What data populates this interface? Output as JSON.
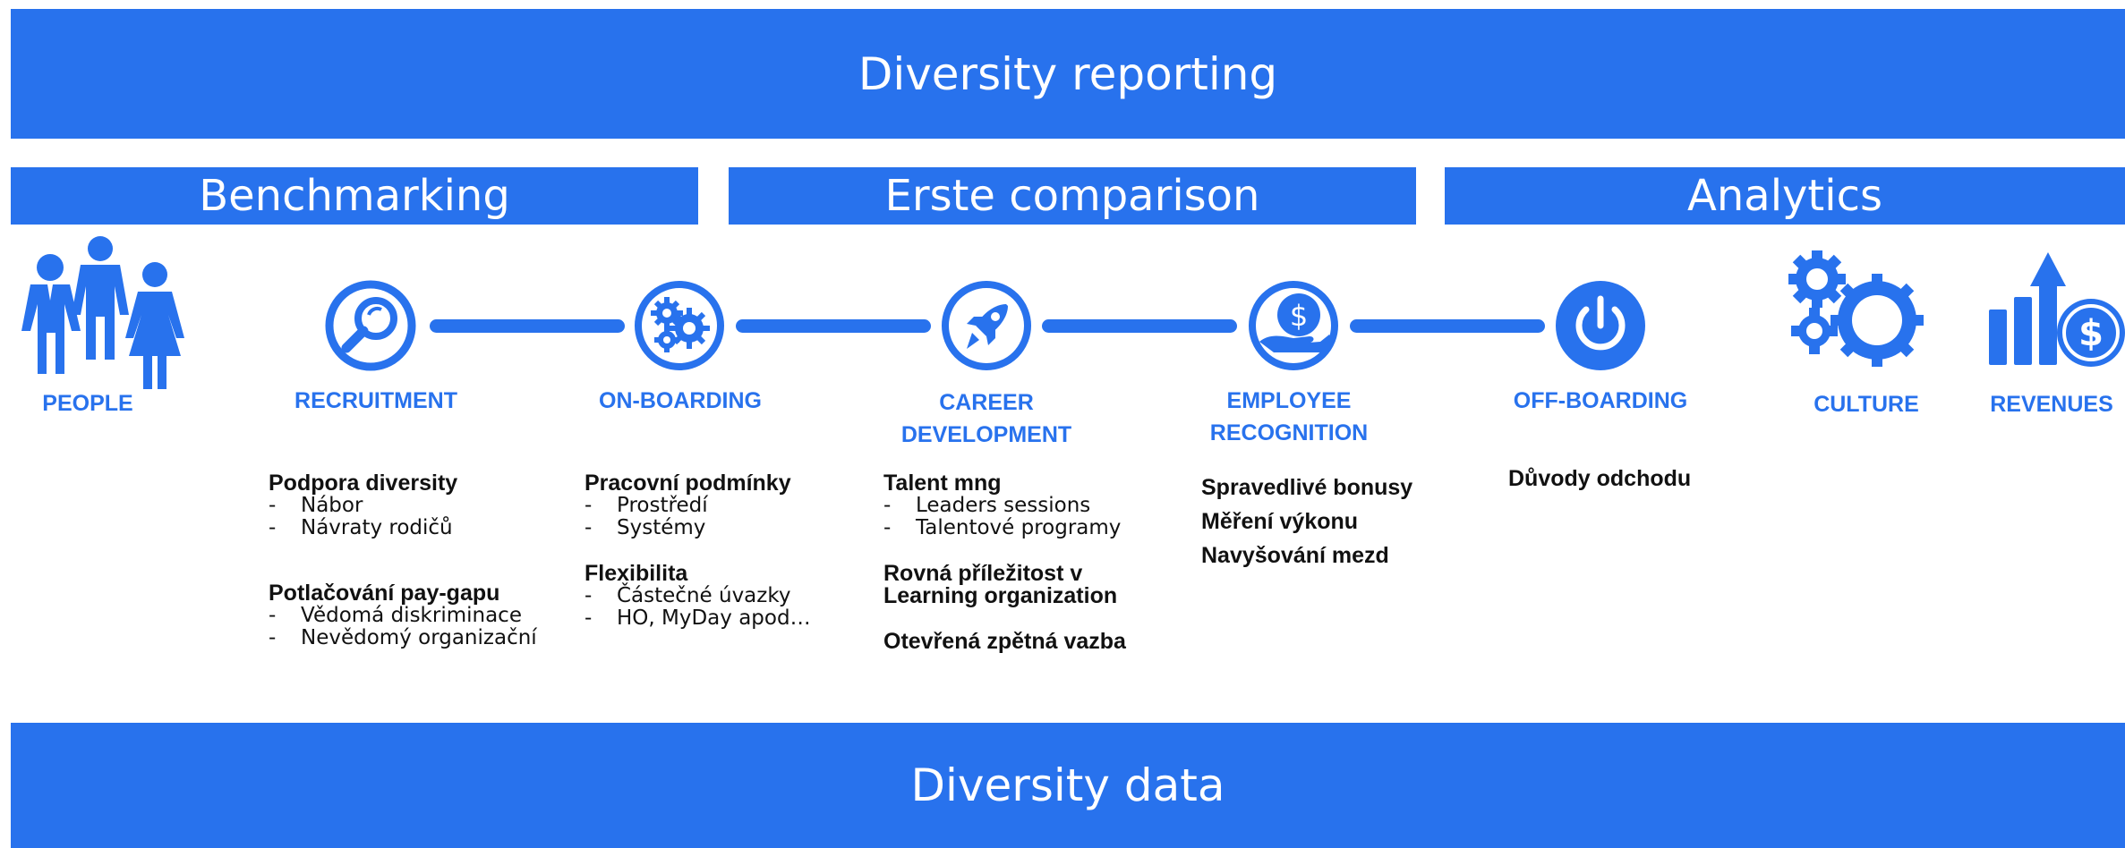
{
  "header": {
    "title": "Diversity reporting"
  },
  "sections": {
    "benchmarking": "Benchmarking",
    "erste": "Erste comparison",
    "analytics": "Analytics"
  },
  "stages": {
    "people": "PEOPLE",
    "recruitment": "RECRUITMENT",
    "onboarding": "ON-BOARDING",
    "career_line1": "CAREER",
    "career_line2": "DEVELOPMENT",
    "recognition_line1": "EMPLOYEE",
    "recognition_line2": "RECOGNITION",
    "offboarding": "OFF-BOARDING",
    "culture": "CULTURE",
    "revenues": "REVENUES"
  },
  "recruitment": {
    "h1": "Podpora diversity",
    "i1": "Nábor",
    "i2": "Návraty rodičů",
    "h2": "Potlačování pay-gapu",
    "i3": "Vědomá diskriminace",
    "i4": "Nevědomý organizační"
  },
  "onboarding": {
    "h1": "Pracovní podmínky",
    "i1": "Prostředí",
    "i2": "Systémy",
    "h2": "Flexibilita",
    "i3": "Částečné úvazky",
    "i4": "HO, MyDay apod…"
  },
  "career": {
    "h1": "Talent mng",
    "i1": "Leaders sessions",
    "i2": "Talentové programy",
    "h2a": "Rovná příležitost v",
    "h2b": "Learning organization",
    "h3": "Otevřená zpětná vazba"
  },
  "recognition": {
    "h1": "Spravedlivé bonusy",
    "h2": "Měření výkonu",
    "h3": "Navyšování mezd"
  },
  "offboarding": {
    "h1": "Důvody odchodu"
  },
  "footer": {
    "title": "Diversity data"
  },
  "colors": {
    "accent": "#2872ed",
    "text": "#111111"
  },
  "icons": [
    "people-icon",
    "magnifier-icon",
    "gears-icon",
    "rocket-icon",
    "dollar-hand-icon",
    "power-icon",
    "culture-gears-icon",
    "revenue-chart-icon"
  ]
}
